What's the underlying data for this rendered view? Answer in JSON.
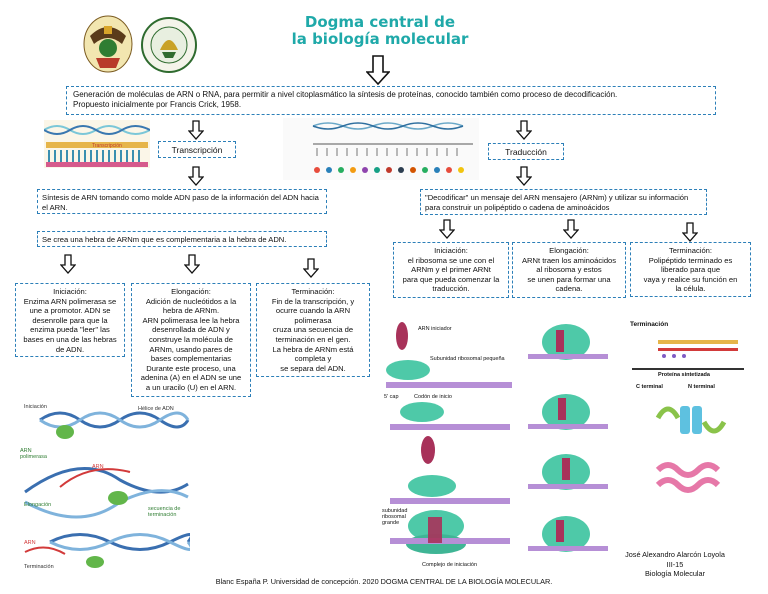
{
  "title": {
    "line1": "Dogma central de",
    "line2": "la biología molecular"
  },
  "intro": {
    "line1": "Generación de moléculas de ARN o RNA, para permitir a nivel citoplasmático la síntesis de proteínas, conocido también como proceso de decodificación.",
    "line2": "Propuesto inicialmente por Francis Crick, 1958."
  },
  "transcription": {
    "label": "Transcripción",
    "def": "Síntesis de ARN tomando como molde ADN paso de la información del ADN hacia el ARN.",
    "hebra": "Se crea una hebra de ARNm que es complementaria a la hebra de ADN.",
    "initiation": {
      "head": "Iniciación:",
      "lines": [
        "Enzima ARN polimerasa se",
        "une a promotor. ADN se",
        "desenrolle para que la",
        "enzima pueda \"leer\" las",
        "bases en una de las hebras",
        "de ADN."
      ]
    },
    "elongation": {
      "head": "Elongación:",
      "lines": [
        "Adición de nucleótidos a la",
        "hebra de ARNm.",
        "ARN polimerasa lee la hebra",
        "desenrollada de ADN y",
        "construye la molécula de",
        "ARNm, usando pares de",
        "bases complementarias",
        "Durante este proceso, una",
        "adenina (A) en el ADN se une",
        "a un uracilo (U) en el ARN."
      ]
    },
    "termination": {
      "head": "Terminación:",
      "lines": [
        "Fin de la transcripción, y",
        "ocurre cuando la ARN",
        "polimerasa",
        "cruza una secuencia de",
        "terminación en el gen.",
        "La hebra de ARNm está",
        "completa y",
        "se separa del ADN."
      ]
    }
  },
  "translation": {
    "label": "Traducción",
    "def": "\"Decodificar\" un mensaje del ARN mensajero (ARNm) y utilizar su información para construir un polipéptido o cadena de aminoácidos",
    "initiation": {
      "head": "Iniciación:",
      "lines": [
        "el ribosoma se une con el",
        "ARNm y el primer ARNt",
        "para que pueda comenzar la",
        "traducción."
      ]
    },
    "elongation": {
      "head": "Elongación:",
      "lines": [
        "ARNt traen los aminoácidos",
        "al ribosoma y estos",
        "se unen para formar una",
        "cadena."
      ]
    },
    "termination": {
      "head": "Terminación:",
      "lines": [
        "Polipéptido terminado es",
        "liberado para que",
        "vaya y realice su función en",
        "la célula."
      ]
    }
  },
  "diagram_labels": {
    "transcripcion_img": "Transcripción",
    "dna_iniciacion": "Iniciación",
    "dna_helice": "Hélice de ADN",
    "dna_arn_pol": "ARN polimerasa",
    "dna_arn": "ARN",
    "dna_elongacion": "Elongación",
    "dna_secuencia": "secuencia de terminación",
    "dna_arn2": "ARN",
    "dna_terminacion": "Terminación",
    "ribo_arn_iniciador": "ARN iniciador",
    "ribo_subunidad_peq": "Subunidad ribosomal pequeña",
    "ribo_codon": "Codón de inicio",
    "ribo_subunidad_grande": "subunidad ribosomal grande",
    "ribo_complejo": "Complejo de iniciación",
    "ribo_cap": "5' cap",
    "term_title": "Terminación",
    "term_protein": "Proteína sintetizada",
    "term_c": "C terminal",
    "term_n": "N terminal"
  },
  "credit": {
    "name": "José Alexandro Alarcón Loyola",
    "group": "III-15",
    "subject": "Biología Molecular"
  },
  "footer": "Blanc España P. Universidad de concepción. 2020 DOGMA CENTRAL DE LA BIOLOGÍA MOLECULAR."
}
